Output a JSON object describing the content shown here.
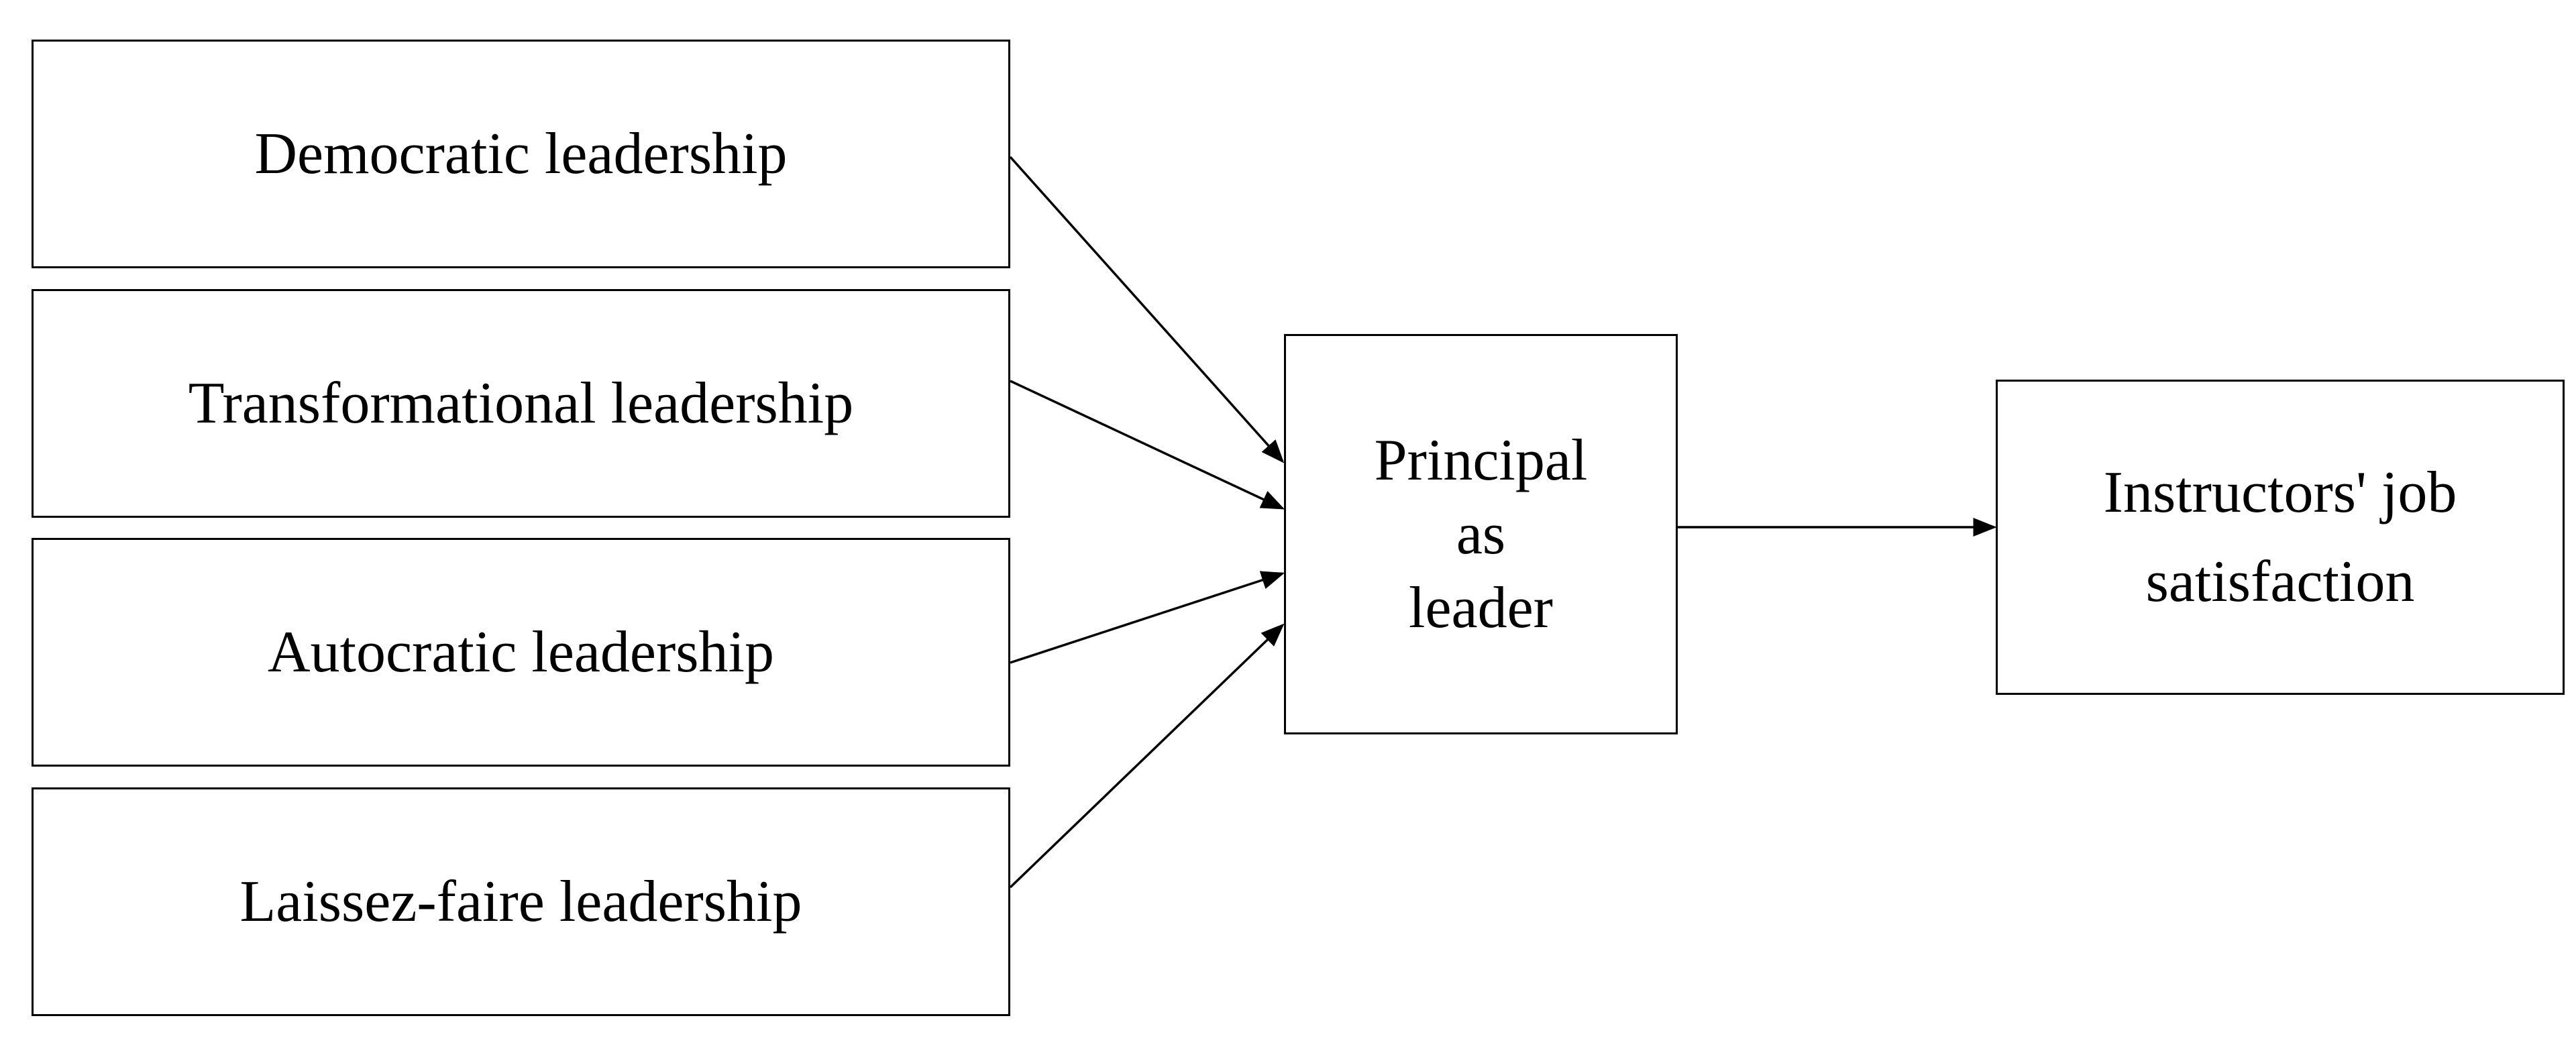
{
  "diagram": {
    "styles": [
      {
        "id": "democratic",
        "label": "Democratic leadership"
      },
      {
        "id": "transformational",
        "label": "Transformational leadership"
      },
      {
        "id": "autocratic",
        "label": "Autocratic leadership"
      },
      {
        "id": "laissez",
        "label": "Laissez-faire leadership"
      }
    ],
    "principal": {
      "lines": [
        "Principal",
        "as",
        "leader"
      ]
    },
    "outcome": {
      "lines": [
        "Instructors' job",
        "satisfaction"
      ]
    },
    "edges": [
      {
        "from": "democratic",
        "to": "principal"
      },
      {
        "from": "transformational",
        "to": "principal"
      },
      {
        "from": "autocratic",
        "to": "principal"
      },
      {
        "from": "laissez",
        "to": "principal"
      },
      {
        "from": "principal",
        "to": "outcome"
      }
    ],
    "colors": {
      "stroke": "#000000",
      "background": "#ffffff"
    }
  }
}
